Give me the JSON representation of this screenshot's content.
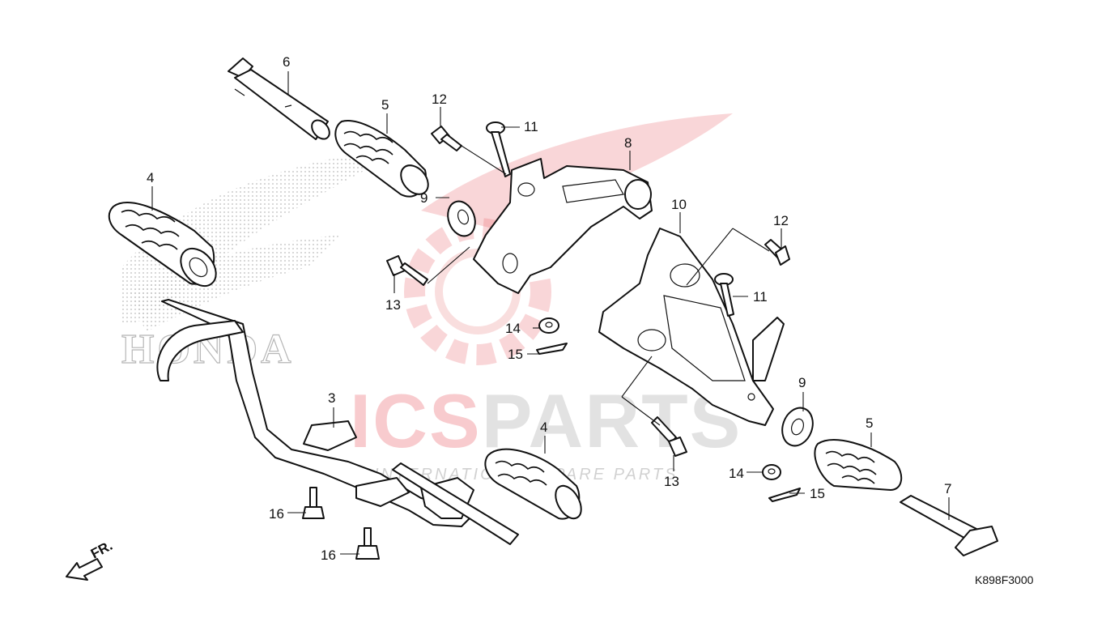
{
  "diagram": {
    "code": "K898F3000",
    "direction_label": "FR.",
    "callouts": [
      "6",
      "5",
      "12",
      "11",
      "8",
      "4",
      "9",
      "10",
      "12",
      "13",
      "11",
      "14",
      "15",
      "3",
      "9",
      "4",
      "5",
      "16",
      "13",
      "14",
      "15",
      "7",
      "16"
    ]
  },
  "watermark": {
    "brand_text": "ICSPARTS",
    "tagline": "INTERNATIONAL SPARE PARTS",
    "maker_text": "HONDA",
    "color_red": "#e0303a",
    "color_gray": "#8a8a8a"
  }
}
